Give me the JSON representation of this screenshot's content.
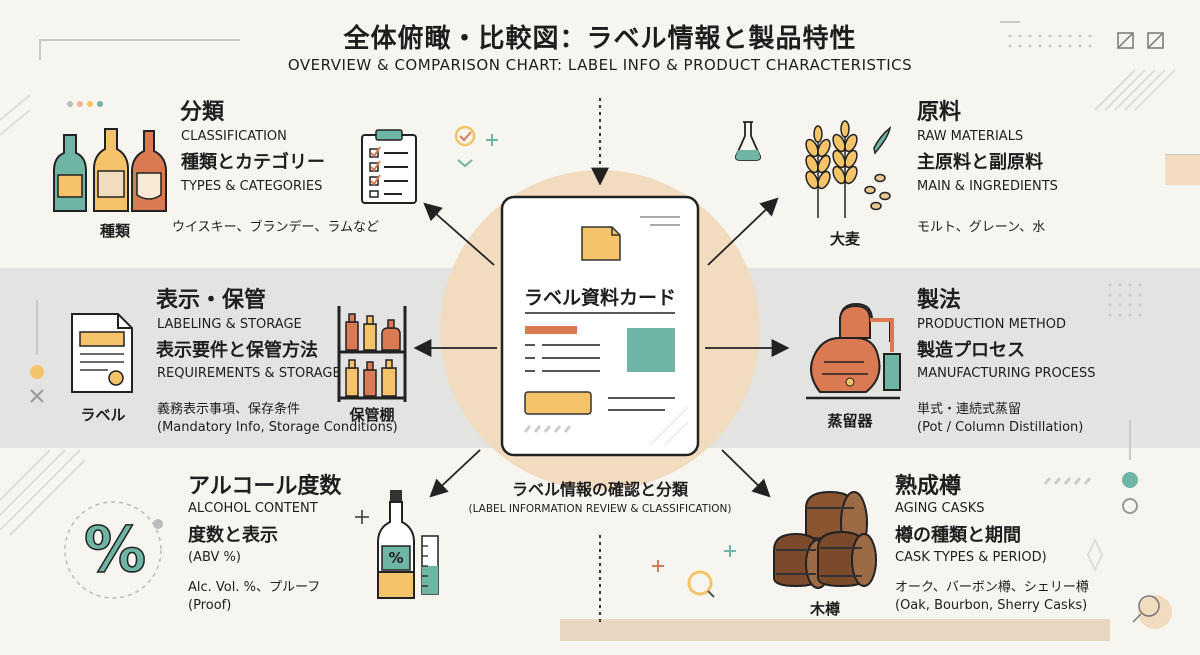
{
  "title": {
    "ja": "全体俯瞰・比較図：ラベル情報と製品特性",
    "en": "OVERVIEW & COMPARISON CHART: LABEL INFO & PRODUCT CHARACTERISTICS"
  },
  "center": {
    "card_title": "ラベル資料カード",
    "caption_ja": "ラベル情報の確認と分類",
    "caption_en": "(LABEL INFORMATION REVIEW & CLASSIFICATION)"
  },
  "sections": {
    "classification": {
      "heading_ja": "分類",
      "heading_en": "CLASSIFICATION",
      "sub_ja": "種類とカテゴリー",
      "sub_en": "TYPES & CATEGORIES",
      "desc": "ウイスキー、ブランデー、ラムなど",
      "icon_label": "種類"
    },
    "raw_materials": {
      "heading_ja": "原料",
      "heading_en": "RAW MATERIALS",
      "sub_ja": "主原料と副原料",
      "sub_en": "MAIN & INGREDIENTS",
      "desc": "モルト、グレーン、水",
      "icon_label": "大麦"
    },
    "labeling": {
      "heading_ja": "表示・保管",
      "heading_en": "LABELING & STORAGE",
      "sub_ja": "表示要件と保管方法",
      "sub_en": "REQUIREMENTS & STORAGE",
      "desc1": "義務表示事項、保存条件",
      "desc2": "(Mandatory Info, Storage Conditions)",
      "icon_label_left": "ラベル",
      "icon_label_right": "保管棚"
    },
    "production": {
      "heading_ja": "製法",
      "heading_en": "PRODUCTION METHOD",
      "sub_ja": "製造プロセス",
      "sub_en": "MANUFACTURING PROCESS",
      "desc1": "単式・連続式蒸留",
      "desc2": "(Pot / Column Distillation)",
      "icon_label": "蒸留器"
    },
    "alcohol": {
      "heading_ja": "アルコール度数",
      "heading_en": "ALCOHOL CONTENT",
      "sub_ja": "度数と表示",
      "sub_en": "(ABV %)",
      "desc1": "Alc. Vol. %、プルーフ",
      "desc2": "(Proof)",
      "percent_symbol": "%",
      "bottle_symbol": "%"
    },
    "cask": {
      "heading_ja": "熟成樽",
      "heading_en": "AGING CASKS",
      "sub_ja": "樽の種類と期間",
      "sub_en": "CASK TYPES & PERIOD)",
      "desc1": "オーク、バーボン樽、シェリー樽",
      "desc2": "(Oak, Bourbon, Sherry Casks)",
      "icon_label": "木樽"
    }
  },
  "colors": {
    "background": "#f7f5f0",
    "band": "#e3e3e1",
    "peach": "#f2dcc0",
    "orange": "#d97a52",
    "teal": "#6fb5a5",
    "yellow": "#f5c46a",
    "brown": "#7a4a2a"
  }
}
